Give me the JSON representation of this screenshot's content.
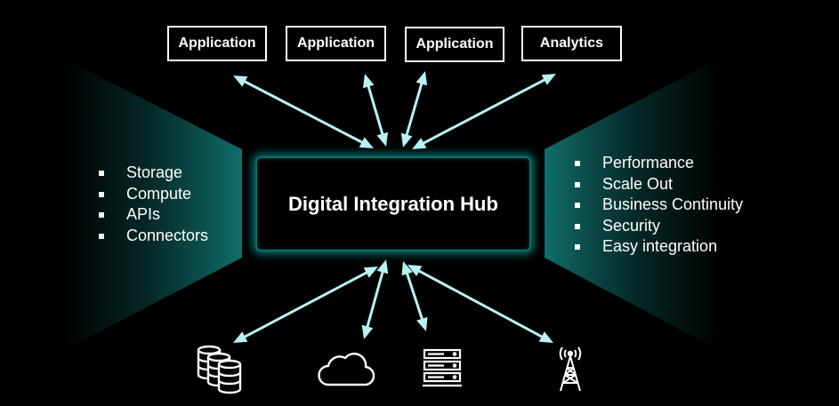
{
  "top_boxes": [
    {
      "label": "Application"
    },
    {
      "label": "Application"
    },
    {
      "label": "Application"
    },
    {
      "label": "Analytics"
    }
  ],
  "hub": {
    "label": "Digital Integration Hub"
  },
  "left_features": [
    "Storage",
    "Compute",
    "APIs",
    "Connectors"
  ],
  "right_features": [
    "Performance",
    "Scale Out",
    "Business Continuity",
    "Security",
    "Easy integration"
  ],
  "bottom_icons": [
    {
      "icon": "database-icon"
    },
    {
      "icon": "cloud-icon"
    },
    {
      "icon": "server-rack-icon"
    },
    {
      "icon": "radio-tower-icon"
    }
  ],
  "colors": {
    "background": "#000000",
    "arrow": "#b8f2f4",
    "accent": "#0e6b68",
    "hub_glow": "#00d2cd"
  }
}
